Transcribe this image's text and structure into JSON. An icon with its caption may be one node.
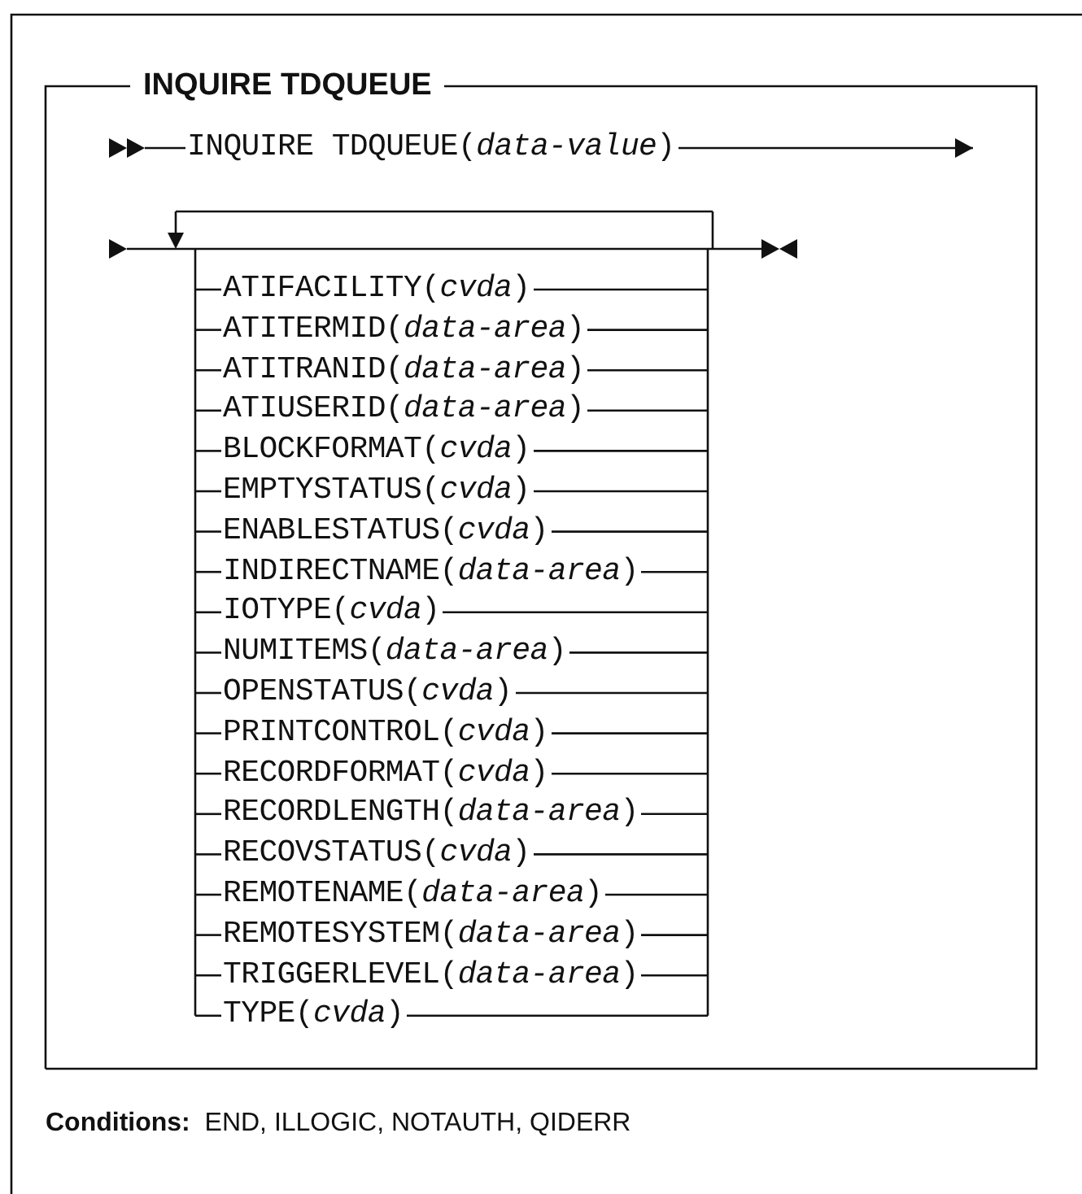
{
  "diagram": {
    "title": "INQUIRE TDQUEUE",
    "labels": [
      "INQUIRE TDQUEUE(*data-value*)",
      "ATIFACILITY(*cvda*)",
      "ATITERMID(*data-area*)",
      "ATITRANID(*data-area*)",
      "ATIUSERID(*data-area*)",
      "BLOCKFORMAT(*cvda*)",
      "EMPTYSTATUS(*cvda*)",
      "ENABLESTATUS(*cvda*)",
      "INDIRECTNAME(*data-area*)",
      "IOTYPE(*cvda*)",
      "NUMITEMS(*data-area*)",
      "OPENSTATUS(*cvda*)",
      "PRINTCONTROL(*cvda*)",
      "RECORDFORMAT(*cvda*)",
      "RECORDLENGTH(*data-area*)",
      "RECOVSTATUS(*cvda*)",
      "REMOTENAME(*data-area*)",
      "REMOTESYSTEM(*data-area*)",
      "TRIGGERLEVEL(*data-area*)",
      "TYPE(*cvda*)",
      "**Conditions:**  END, ILLOGIC, NOTAUTH, QIDERR"
    ]
  }
}
